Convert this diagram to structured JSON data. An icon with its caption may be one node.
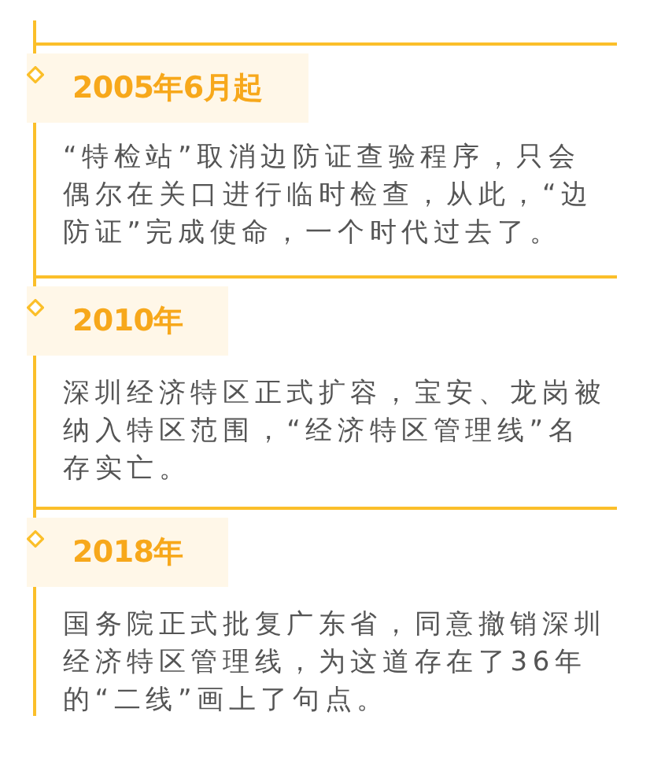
{
  "diagram": {
    "nodes": [
      {
        "text": [
          "2005年6月起"
        ],
        "beside": [
          "“特检站”取消边防证查验程序，只会偶尔在关口进行临时检查，从此，“边防证”完成使命，一个时代过去了。"
        ]
      },
      {
        "text": [
          "2010年"
        ],
        "beside": [
          "深圳经济特区正式扩容，宝安、龙岗被纳入特区范围，“经济特区管理线”名存实亡。"
        ]
      },
      {
        "text": [
          "2018年"
        ],
        "beside": [
          "国务院正式批复广东省，同意撤销深圳经济特区管理线，为这道存在了36年的“二线”画上了句点。"
        ]
      }
    ]
  }
}
